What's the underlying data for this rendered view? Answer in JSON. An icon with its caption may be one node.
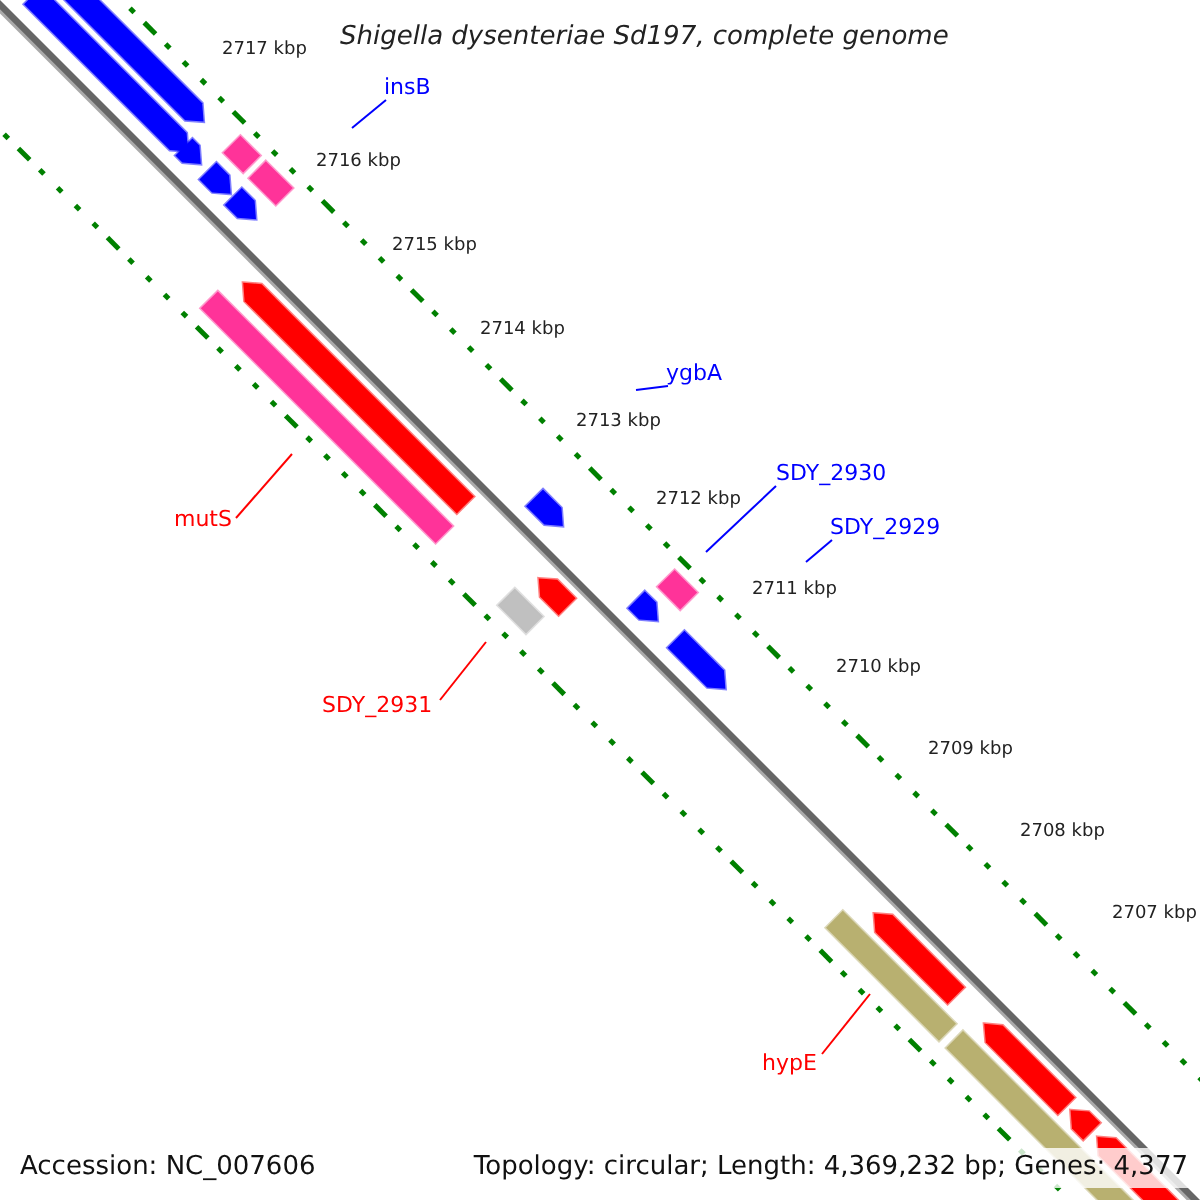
{
  "diagram": {
    "title": "Shigella dysenteriae Sd197, complete genome",
    "nodes": [
      {
        "text": [
          "insB"
        ]
      },
      {
        "text": [
          "ygbA"
        ]
      },
      {
        "text": [
          "SDY_2930"
        ]
      },
      {
        "text": [
          "SDY_2929"
        ]
      },
      {
        "text": [
          "mutS"
        ]
      },
      {
        "text": [
          "SDY_2931"
        ]
      },
      {
        "text": [
          "hypE"
        ]
      }
    ],
    "edges": [
      {
        "from": 0,
        "to": null,
        "arrow": "none"
      },
      {
        "from": 1,
        "to": null,
        "arrow": "none"
      },
      {
        "from": 2,
        "to": null,
        "arrow": "none"
      },
      {
        "from": 3,
        "to": null,
        "arrow": "none"
      },
      {
        "from": 4,
        "to": null,
        "arrow": "none",
        "color": "#ff0000"
      },
      {
        "from": 5,
        "to": null,
        "arrow": "none",
        "color": "#ff0000"
      },
      {
        "from": 6,
        "to": null,
        "arrow": "none",
        "color": "#ff0000"
      }
    ],
    "labels": [
      "2717 kbp",
      "2716 kbp",
      "2715 kbp",
      "2714 kbp",
      "2713 kbp",
      "2712 kbp",
      "2711 kbp",
      "2710 kbp",
      "2709 kbp",
      "2708 kbp",
      "2707 kbp",
      "Accession: NC_007606",
      "Topology: circular; Length: 4,369,232 bp; Genes: 4,377"
    ]
  }
}
